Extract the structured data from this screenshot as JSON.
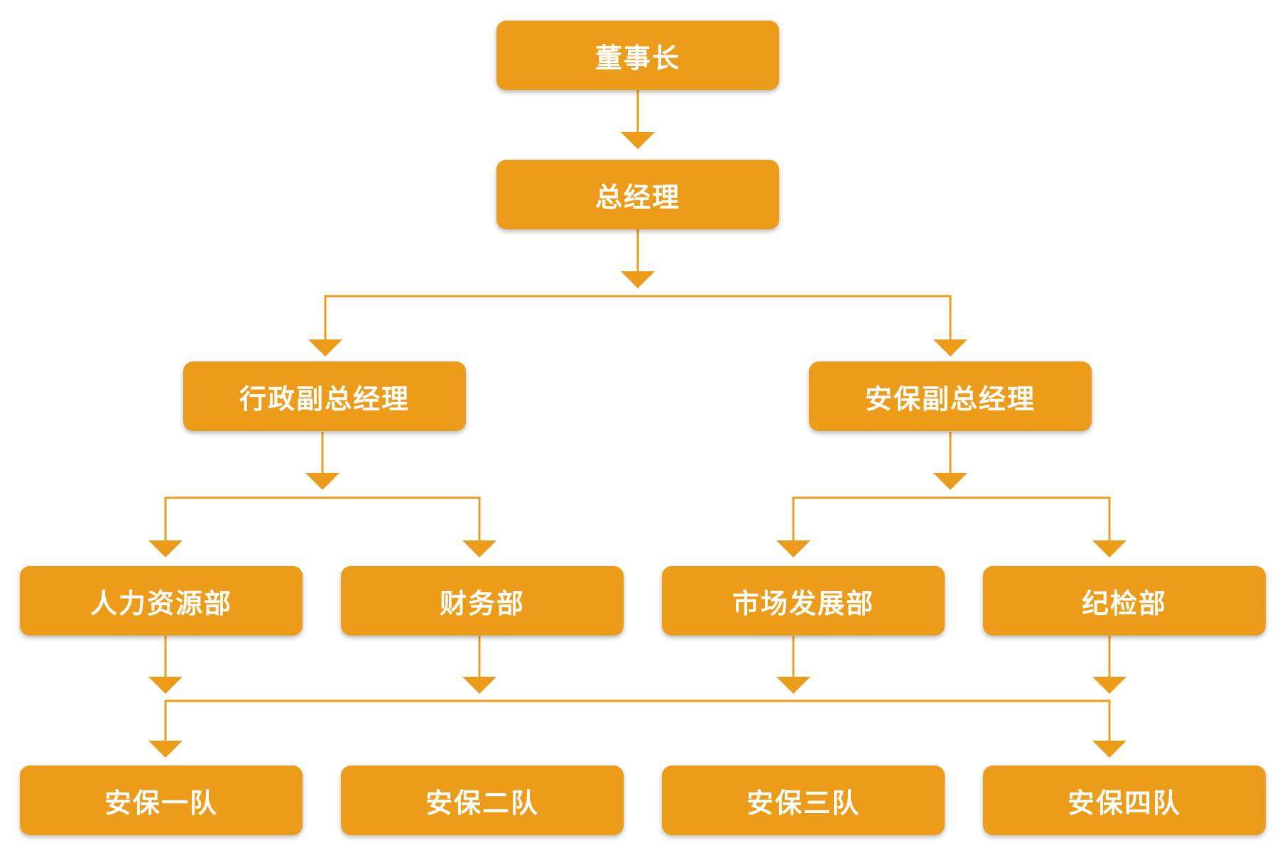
{
  "colors": {
    "node_fill": "#ec9c18",
    "node_text": "#ffffff",
    "connector": "#ec9c18",
    "background": "#ffffff"
  },
  "chairman": "董事长",
  "general_manager": "总经理",
  "vice_managers": {
    "admin": "行政副总经理",
    "security": "安保副总经理"
  },
  "departments": {
    "hr": "人力资源部",
    "finance": "财务部",
    "marketing": "市场发展部",
    "discipline": "纪检部"
  },
  "teams": {
    "team1": "安保一队",
    "team2": "安保二队",
    "team3": "安保三队",
    "team4": "安保四队"
  }
}
